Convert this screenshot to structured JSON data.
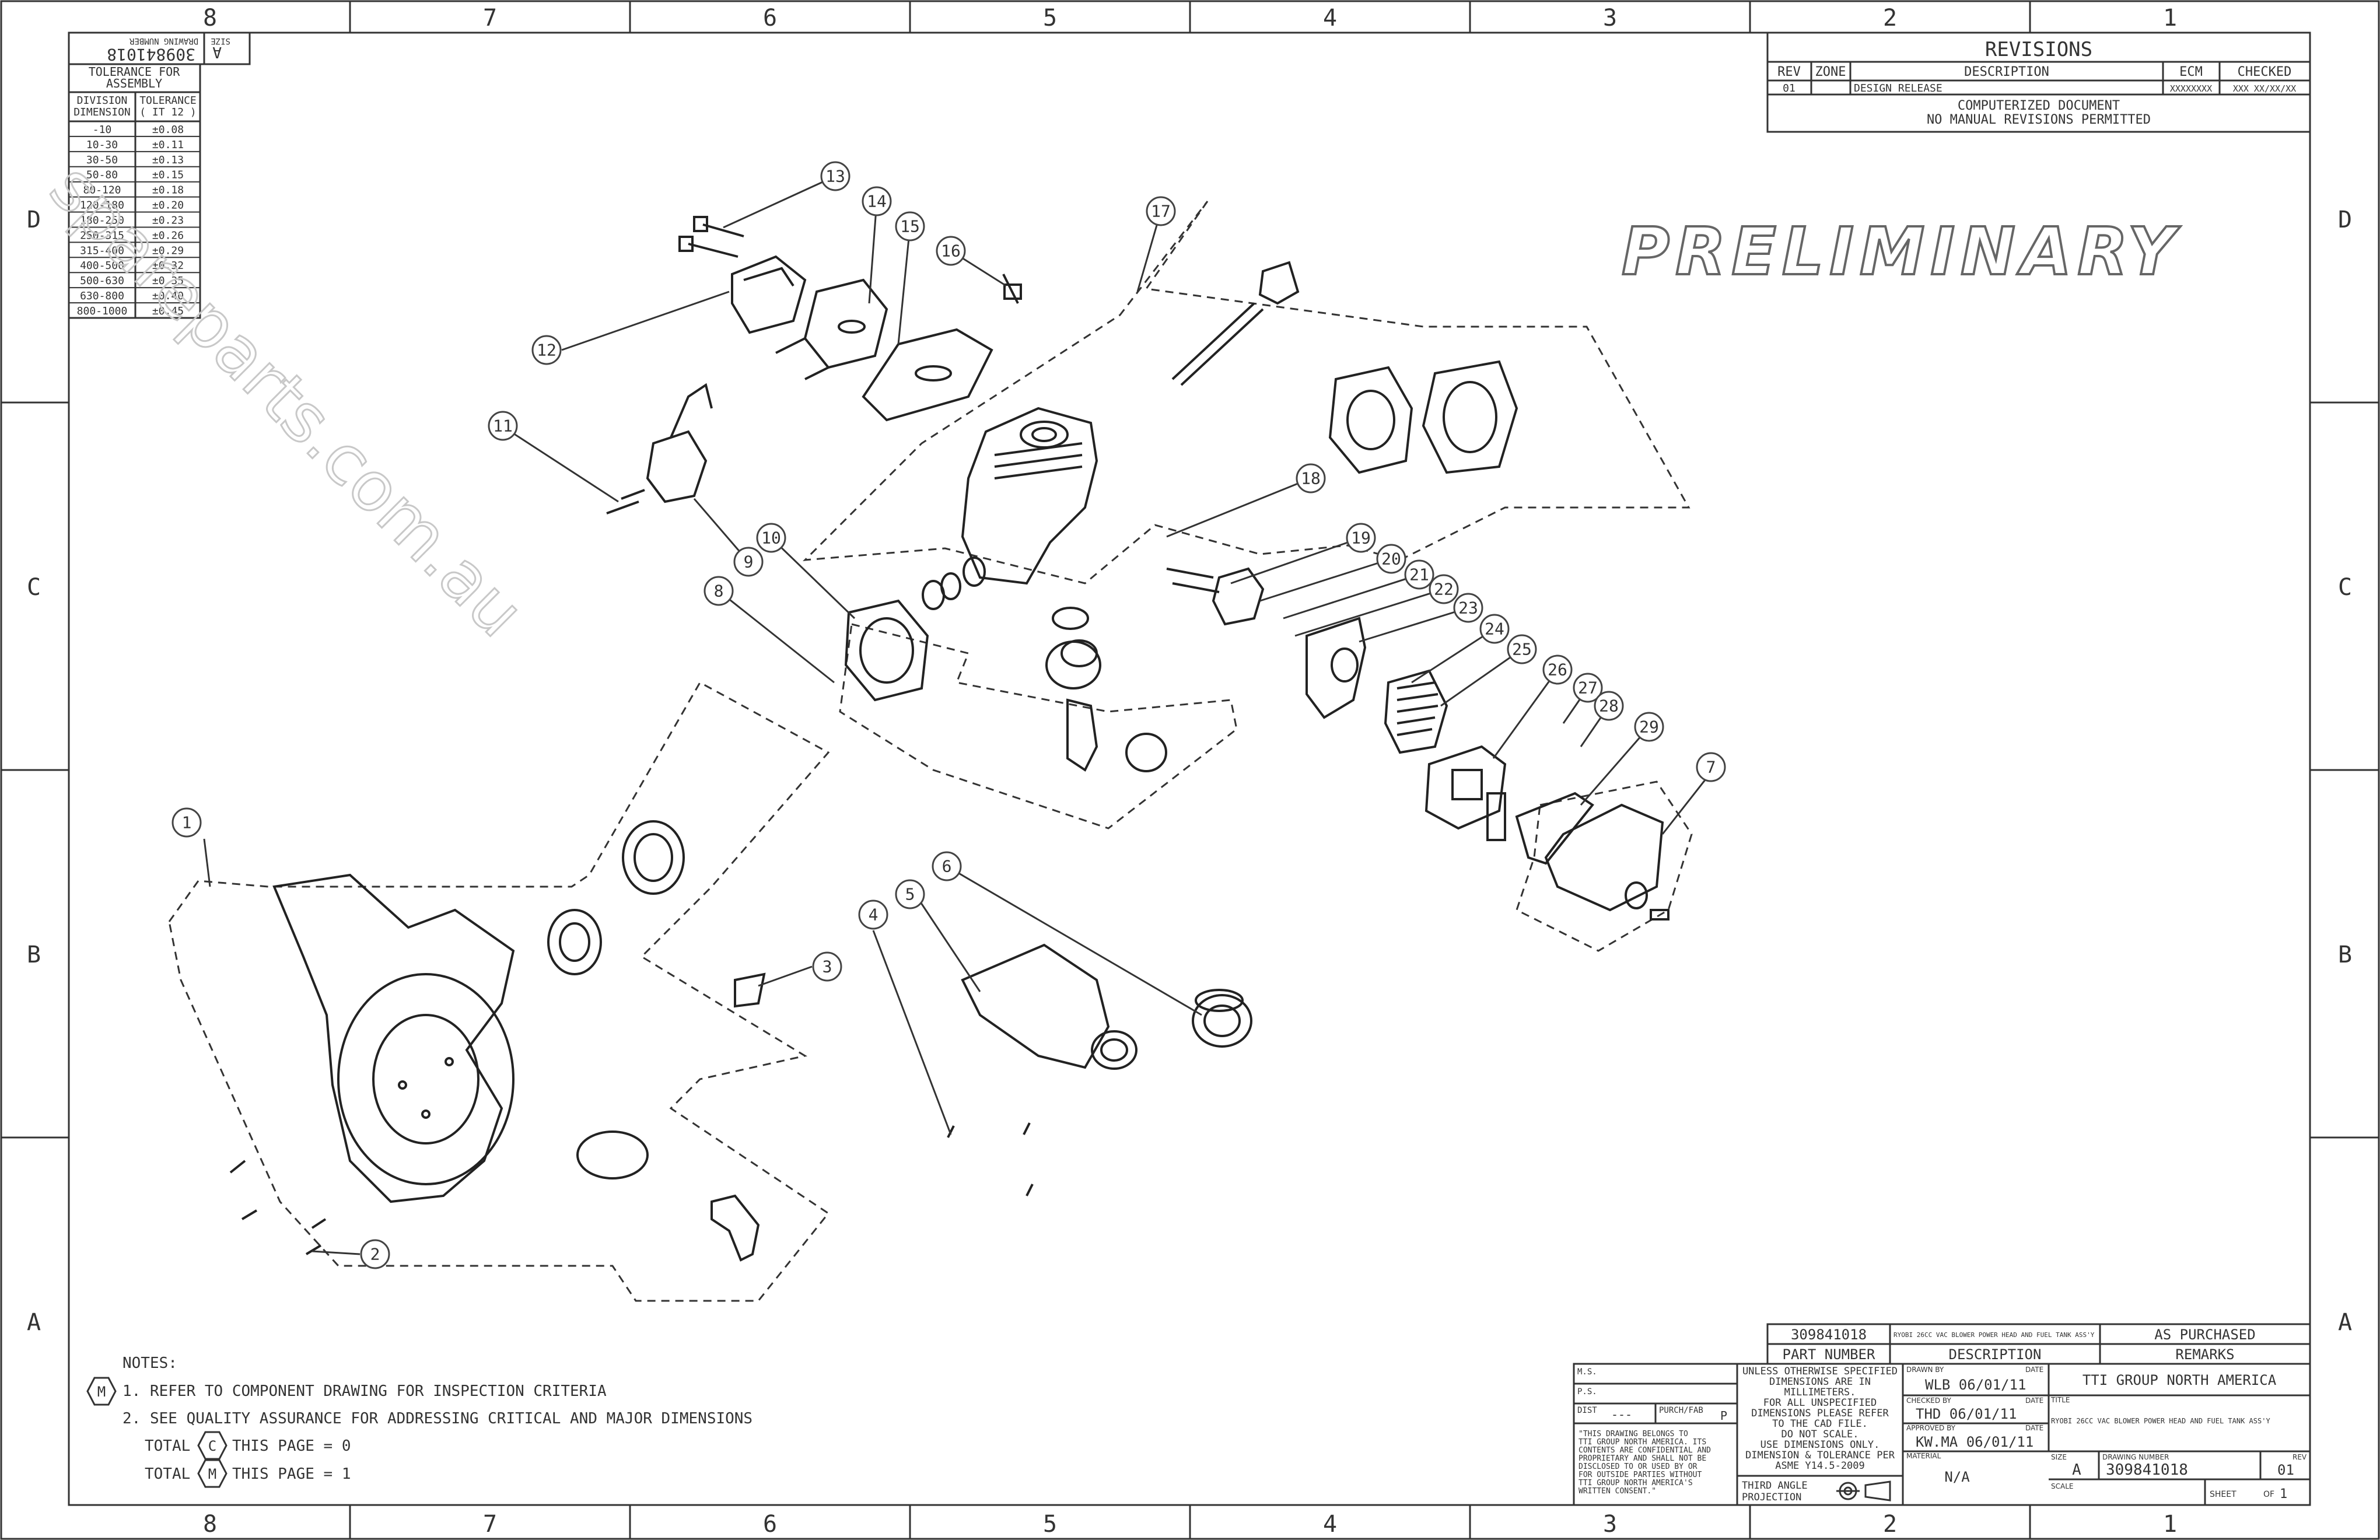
{
  "zones": {
    "columns": [
      "8",
      "7",
      "6",
      "5",
      "4",
      "3",
      "2",
      "1"
    ],
    "rows": [
      "D",
      "C",
      "B",
      "A"
    ]
  },
  "watermark": "spareparts.com.au",
  "stamp": "PRELIMINARY",
  "size_block": {
    "size_label": "SIZE",
    "size": "A",
    "drawing_number_label": "DRAWING NUMBER",
    "drawing_number": "309841018"
  },
  "tolerance_table": {
    "title_line1": "TOLERANCE FOR",
    "title_line2": "ASSEMBLY",
    "col1_line1": "DIVISION",
    "col1_line2": "DIMENSION",
    "col2_line1": "TOLERANCE",
    "col2_line2": "( IT 12 )",
    "rows": [
      {
        "dim": "-10",
        "tol": "±0.08"
      },
      {
        "dim": "10-30",
        "tol": "±0.11"
      },
      {
        "dim": "30-50",
        "tol": "±0.13"
      },
      {
        "dim": "50-80",
        "tol": "±0.15"
      },
      {
        "dim": "80-120",
        "tol": "±0.18"
      },
      {
        "dim": "120-180",
        "tol": "±0.20"
      },
      {
        "dim": "180-250",
        "tol": "±0.23"
      },
      {
        "dim": "250-315",
        "tol": "±0.26"
      },
      {
        "dim": "315-400",
        "tol": "±0.29"
      },
      {
        "dim": "400-500",
        "tol": "±0.32"
      },
      {
        "dim": "500-630",
        "tol": "±0.35"
      },
      {
        "dim": "630-800",
        "tol": "±0.40"
      },
      {
        "dim": "800-1000",
        "tol": "±0.45"
      }
    ]
  },
  "revisions": {
    "title": "REVISIONS",
    "headers": {
      "rev": "REV",
      "zone": "ZONE",
      "description": "DESCRIPTION",
      "ecm": "ECM",
      "checked": "CHECKED"
    },
    "row": {
      "rev": "01",
      "zone": "",
      "description": "DESIGN RELEASE",
      "ecm": "XXXXXXXX",
      "checked": "XXX XX/XX/XX"
    },
    "note_line1": "COMPUTERIZED DOCUMENT",
    "note_line2": "NO MANUAL REVISIONS PERMITTED"
  },
  "callouts": [
    "1",
    "2",
    "3",
    "4",
    "5",
    "6",
    "7",
    "8",
    "9",
    "10",
    "11",
    "12",
    "13",
    "14",
    "15",
    "16",
    "17",
    "18",
    "19",
    "20",
    "21",
    "22",
    "23",
    "24",
    "25",
    "26",
    "27",
    "28",
    "29"
  ],
  "notes": {
    "heading": "NOTES:",
    "note1_symbol": "M",
    "note1": "1. REFER TO COMPONENT DRAWING FOR INSPECTION CRITERIA",
    "note2": "2. SEE QUALITY ASSURANCE FOR ADDRESSING CRITICAL AND MAJOR DIMENSIONS",
    "total_c_prefix": "TOTAL",
    "total_c_symbol": "C",
    "total_c_suffix": "THIS PAGE = 0",
    "total_m_prefix": "TOTAL",
    "total_m_symbol": "M",
    "total_m_suffix": "THIS PAGE = 1"
  },
  "parts_list": {
    "part_number": "309841018",
    "description": "RYOBI 26CC VAC BLOWER POWER HEAD AND FUEL TANK ASS'Y",
    "remarks": "AS PURCHASED",
    "h_part_number": "PART NUMBER",
    "h_description": "DESCRIPTION",
    "h_remarks": "REMARKS"
  },
  "title_block": {
    "ms_label": "M.S.",
    "ps_label": "P.S.",
    "dist_label": "DIST",
    "dist_value": "---",
    "purch_label": "PURCH/FAB",
    "purch_value": "P",
    "confidential": [
      "\"THIS DRAWING BELONGS TO",
      "TTI GROUP NORTH AMERICA. ITS",
      "CONTENTS ARE CONFIDENTIAL AND",
      "PROPRIETARY AND SHALL NOT BE",
      "DISCLOSED TO OR USED BY OR",
      "FOR OUTSIDE PARTIES WITHOUT",
      "TTI GROUP NORTH AMERICA'S",
      "WRITTEN CONSENT.\""
    ],
    "spec": [
      "UNLESS OTHERWISE SPECIFIED",
      "DIMENSIONS ARE IN",
      "MILLIMETERS.",
      "FOR ALL UNSPECIFIED",
      "DIMENSIONS PLEASE REFER",
      "TO THE CAD FILE.",
      "DO NOT SCALE.",
      "USE DIMENSIONS ONLY.",
      "DIMENSION & TOLERANCE PER",
      "ASME Y14.5-2009"
    ],
    "projection_line1": "THIRD ANGLE",
    "projection_line2": "PROJECTION",
    "drawn_by_label": "DRAWN BY",
    "drawn_by": "WLB 06/01/11",
    "checked_by_label": "CHECKED BY",
    "checked_by": "THD 06/01/11",
    "approved_by_label": "APPROVED BY",
    "approved_by": "KW.MA 06/01/11",
    "date_label": "DATE",
    "material_label": "MATERIAL",
    "material": "N/A",
    "company": "TTI GROUP NORTH AMERICA",
    "title_label": "TITLE",
    "title": "RYOBI 26CC VAC BLOWER POWER HEAD AND FUEL TANK ASS'Y",
    "size_label": "SIZE",
    "size": "A",
    "drawing_number_label": "DRAWING NUMBER",
    "drawing_number": "309841018",
    "rev_label": "REV",
    "rev": "01",
    "scale_label": "SCALE",
    "sheet_label": "SHEET",
    "of_label": "OF",
    "of_value": "1"
  }
}
